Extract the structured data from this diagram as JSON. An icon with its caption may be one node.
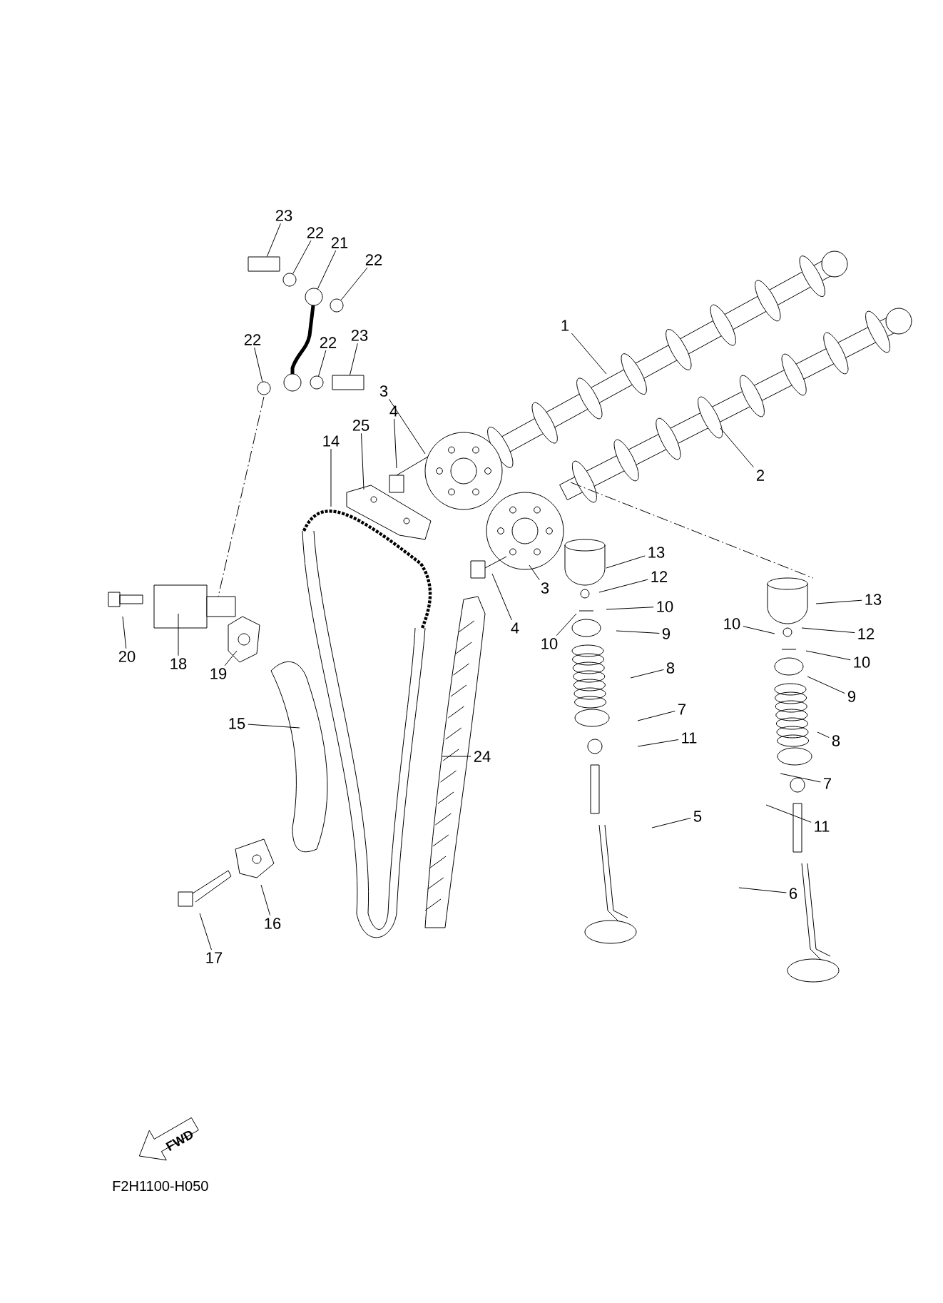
{
  "diagram": {
    "nodes": [
      {
        "text": [
          "1"
        ]
      },
      {
        "text": [
          "2"
        ]
      },
      {
        "text": [
          "3"
        ]
      },
      {
        "text": [
          "4"
        ]
      },
      {
        "text": [
          "25"
        ]
      },
      {
        "text": [
          "14"
        ]
      },
      {
        "text": [
          "3"
        ]
      },
      {
        "text": [
          "4"
        ]
      },
      {
        "text": [
          "13"
        ]
      },
      {
        "text": [
          "12"
        ]
      },
      {
        "text": [
          "10"
        ]
      },
      {
        "text": [
          "10"
        ]
      },
      {
        "text": [
          "9"
        ]
      },
      {
        "text": [
          "8"
        ]
      },
      {
        "text": [
          "7"
        ]
      },
      {
        "text": [
          "11"
        ]
      },
      {
        "text": [
          "5"
        ]
      },
      {
        "text": [
          "13"
        ]
      },
      {
        "text": [
          "10"
        ]
      },
      {
        "text": [
          "12"
        ]
      },
      {
        "text": [
          "10"
        ]
      },
      {
        "text": [
          "9"
        ]
      },
      {
        "text": [
          "8"
        ]
      },
      {
        "text": [
          "7"
        ]
      },
      {
        "text": [
          "11"
        ]
      },
      {
        "text": [
          "6"
        ]
      },
      {
        "text": [
          "24"
        ]
      },
      {
        "text": [
          "15"
        ]
      },
      {
        "text": [
          "16"
        ]
      },
      {
        "text": [
          "17"
        ]
      },
      {
        "text": [
          "20"
        ]
      },
      {
        "text": [
          "18"
        ]
      },
      {
        "text": [
          "19"
        ]
      },
      {
        "text": [
          "23"
        ]
      },
      {
        "text": [
          "22"
        ]
      },
      {
        "text": [
          "21"
        ]
      },
      {
        "text": [
          "22"
        ]
      },
      {
        "text": [
          "22"
        ]
      },
      {
        "text": [
          "22"
        ]
      },
      {
        "text": [
          "23"
        ]
      },
      {
        "text": [],
        "shape": "bolt"
      },
      {
        "text": [],
        "shape": "circle"
      },
      {
        "text": [],
        "shape": "circle"
      },
      {
        "text": [],
        "shape": "circle"
      },
      {
        "text": [],
        "shape": "circle"
      },
      {
        "text": [],
        "shape": "circle"
      },
      {
        "text": [],
        "shape": "bolt"
      }
    ],
    "edges": [
      {
        "from": 0,
        "to": null,
        "arrow": "none"
      },
      {
        "from": 1,
        "to": null,
        "arrow": "none"
      },
      {
        "from": 2,
        "to": null,
        "arrow": "none"
      },
      {
        "from": 3,
        "to": null,
        "arrow": "none"
      },
      {
        "from": 4,
        "to": null,
        "arrow": "none"
      },
      {
        "from": 5,
        "to": null,
        "arrow": "none"
      },
      {
        "from": 6,
        "to": null,
        "arrow": "none"
      },
      {
        "from": 7,
        "to": null,
        "arrow": "none"
      },
      {
        "from": 8,
        "to": null,
        "arrow": "none"
      },
      {
        "from": 9,
        "to": null,
        "arrow": "none"
      },
      {
        "from": 10,
        "to": null,
        "arrow": "none"
      },
      {
        "from": 11,
        "to": null,
        "arrow": "none"
      },
      {
        "from": 12,
        "to": null,
        "arrow": "none"
      },
      {
        "from": 13,
        "to": null,
        "arrow": "none"
      },
      {
        "from": 14,
        "to": null,
        "arrow": "none"
      },
      {
        "from": 15,
        "to": null,
        "arrow": "none"
      },
      {
        "from": 16,
        "to": null,
        "arrow": "none"
      },
      {
        "from": 17,
        "to": null,
        "arrow": "none"
      },
      {
        "from": 18,
        "to": null,
        "arrow": "none"
      },
      {
        "from": 19,
        "to": null,
        "arrow": "none"
      },
      {
        "from": 20,
        "to": null,
        "arrow": "none"
      },
      {
        "from": 21,
        "to": null,
        "arrow": "none"
      },
      {
        "from": 22,
        "to": null,
        "arrow": "none"
      },
      {
        "from": 23,
        "to": null,
        "arrow": "none"
      },
      {
        "from": 24,
        "to": null,
        "arrow": "none"
      },
      {
        "from": 25,
        "to": null,
        "arrow": "none"
      },
      {
        "from": 26,
        "to": null,
        "arrow": "none"
      },
      {
        "from": 27,
        "to": null,
        "arrow": "none"
      },
      {
        "from": 28,
        "to": null,
        "arrow": "none"
      },
      {
        "from": 29,
        "to": null,
        "arrow": "none"
      },
      {
        "from": 30,
        "to": null,
        "arrow": "none"
      },
      {
        "from": 31,
        "to": null,
        "arrow": "none"
      },
      {
        "from": 32,
        "to": null,
        "arrow": "none"
      },
      {
        "from": 33,
        "to": 40,
        "arrow": "none"
      },
      {
        "from": 34,
        "to": 41,
        "arrow": "none"
      },
      {
        "from": 35,
        "to": 42,
        "arrow": "none"
      },
      {
        "from": 36,
        "to": 43,
        "arrow": "none"
      },
      {
        "from": 37,
        "to": 44,
        "arrow": "none"
      },
      {
        "from": 38,
        "to": 45,
        "arrow": "none"
      },
      {
        "from": 39,
        "to": 46,
        "arrow": "none"
      }
    ],
    "labels": [
      "FWD",
      "F2H1100-H050"
    ]
  }
}
